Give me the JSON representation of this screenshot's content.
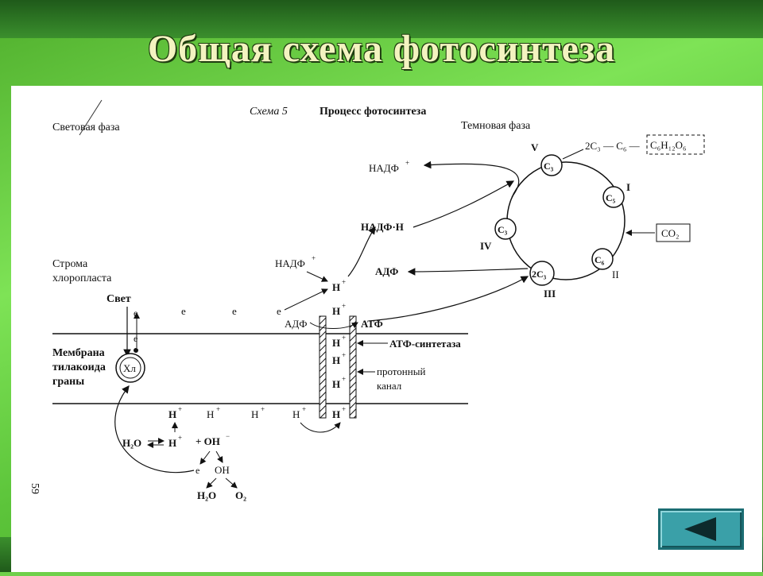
{
  "page": {
    "title": "Общая схема фотосинтеза"
  },
  "diagram": {
    "scheme_label": "Схема 5",
    "scheme_title": "Процесс фотосинтеза",
    "light_phase": "Световая фаза",
    "dark_phase": "Темновая фаза",
    "stroma_line1": "Строма",
    "stroma_line2": "хлоропласта",
    "light": "Свет",
    "membrane_line1": "Мембрана",
    "membrane_line2": "тилакоида",
    "membrane_line3": "граны",
    "xn": "Хл",
    "electron": "е",
    "nadp_plus_top": "НАДФ",
    "nadp_h": "НАДФ·Н",
    "nadp_plus_left": "НАДФ",
    "adp_right": "АДФ",
    "adp_left": "АДФ",
    "atp": "АТФ",
    "atp_synthase": "АТФ-синтетаза",
    "proton_channel_line1": "протонный",
    "proton_channel_line2": "канал",
    "h_plus": "Н",
    "h2o": "Н₂О",
    "oh_minus": "+ ОН",
    "oh": "ОН",
    "o2": "О₂",
    "page_number": "59",
    "cycle": {
      "c3_top": "С₃",
      "c5": "С₅",
      "c6": "С₆",
      "two_c3": "2С₃",
      "c3_left": "С₃",
      "co2": "СО₂",
      "product_chain": "2С₃ — С₆ —",
      "glucose": "С₆Н₁₂О₆",
      "roman_1": "I",
      "roman_2": "II",
      "roman_3": "III",
      "roman_4": "IV",
      "roman_5": "V"
    }
  },
  "nav": {
    "back_label": ""
  },
  "colors": {
    "background": "#6fd04a",
    "title": "#f3f3c0",
    "nav_button": "#3aa0a8"
  }
}
